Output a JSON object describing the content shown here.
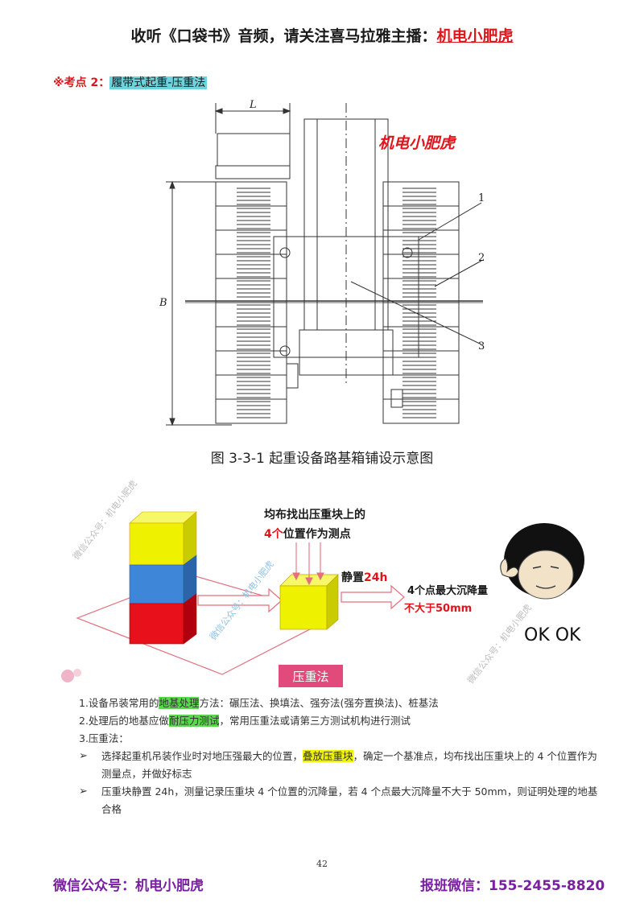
{
  "header": {
    "prefix": "收听《口袋书》音频，请关注喜马拉雅主播：",
    "name": "机电小肥虎"
  },
  "kaodian": {
    "label": "※考点 2：",
    "title": "履带式起重-压重法"
  },
  "figure1": {
    "dim_L": "L",
    "dim_B": "B",
    "watermark": "机电小肥虎",
    "callouts": [
      "1",
      "2",
      "3"
    ],
    "caption": "图 3-3-1   起重设备路基箱铺设示意图"
  },
  "figure2": {
    "top_text_line1": "均布找出压重块上的",
    "top_text_num": "4个",
    "top_text_line2": "位置作为测点",
    "static_prefix": "静置",
    "static_time": "24h",
    "result_line1": "4个点最大沉降量",
    "result_line2": "不大于50mm",
    "meme_text": "OK OK",
    "title": "压重法",
    "watermark": "微信公众号：机电小肥虎"
  },
  "body": {
    "line1_pre": "1.设备吊装常用的",
    "line1_hl": "地基处理",
    "line1_post": "方法：碾压法、换填法、强夯法(强夯置换法)、桩基法",
    "line2_pre": "2.处理后的地基应做",
    "line2_hl": "耐压力测试",
    "line2_post": "，常用压重法或请第三方测试机构进行测试",
    "line3": "3.压重法：",
    "bullet_symbol": "➢",
    "b1_pre": "选择起重机吊装作业时对地压强最大的位置，",
    "b1_hl": "叠放压重块",
    "b1_post": "，确定一个基准点，均布找出压重块上的 4 个位置作为测量点，并做好标志",
    "b2": "压重块静置 24h，测量记录压重块 4 个位置的沉降量，若 4 个点最大沉降量不大于 50mm，则证明处理的地基合格"
  },
  "page_number": "42",
  "footer": {
    "left": "微信公众号：机电小肥虎",
    "right": "报班微信：155-2455-8820"
  },
  "colors": {
    "red": "#e0141b",
    "purple": "#7b1fa2",
    "cyan_highlight": "#6fd3dd",
    "green_highlight": "#5ad84b",
    "yellow_highlight": "#eef200",
    "cube_yellow": "#eef200",
    "cube_blue": "#3d86d8",
    "cube_red": "#e8101a",
    "title_box": "#e24a7b"
  }
}
